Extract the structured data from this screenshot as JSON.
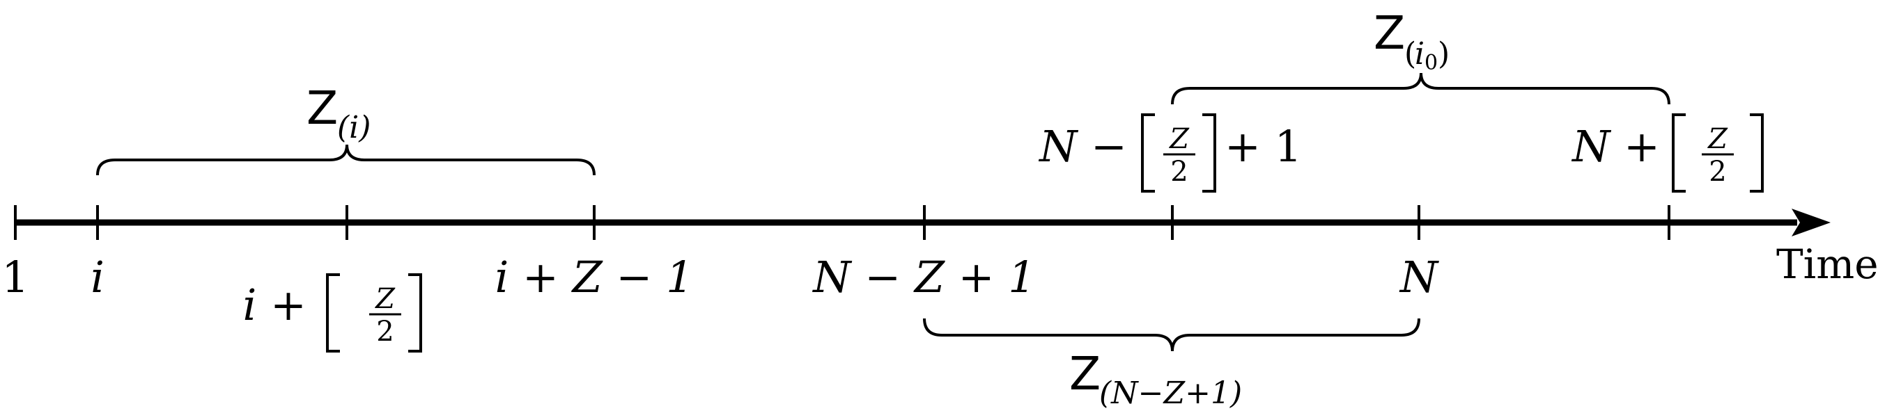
{
  "axis_label": "Time",
  "points": [
    {
      "id": "tick-1",
      "label": "1"
    },
    {
      "id": "tick-i",
      "label": "i"
    },
    {
      "id": "tick-i-half",
      "prefix": "i +",
      "frac_num": "Z",
      "frac_den": "2"
    },
    {
      "id": "tick-i-z-1",
      "label": "i + Z − 1"
    },
    {
      "id": "tick-n-z-1",
      "label": "N − Z + 1"
    },
    {
      "id": "tick-n-minus-half",
      "prefix": "N −",
      "frac_num": "Z",
      "frac_den": "2",
      "suffix": "+ 1"
    },
    {
      "id": "tick-n",
      "label": "N"
    },
    {
      "id": "tick-n-plus-half",
      "prefix": "N +",
      "frac_num": "Z",
      "frac_den": "2"
    }
  ],
  "braces": {
    "zi": {
      "base": "Z",
      "subscript": "(i)"
    },
    "zi0": {
      "base": "Z",
      "subscript_open": "(",
      "subscript_var": "i",
      "subscript_var_sub": "0",
      "subscript_close": ")"
    },
    "znz1": {
      "base": "Z",
      "subscript": "(N−Z+1)"
    }
  }
}
